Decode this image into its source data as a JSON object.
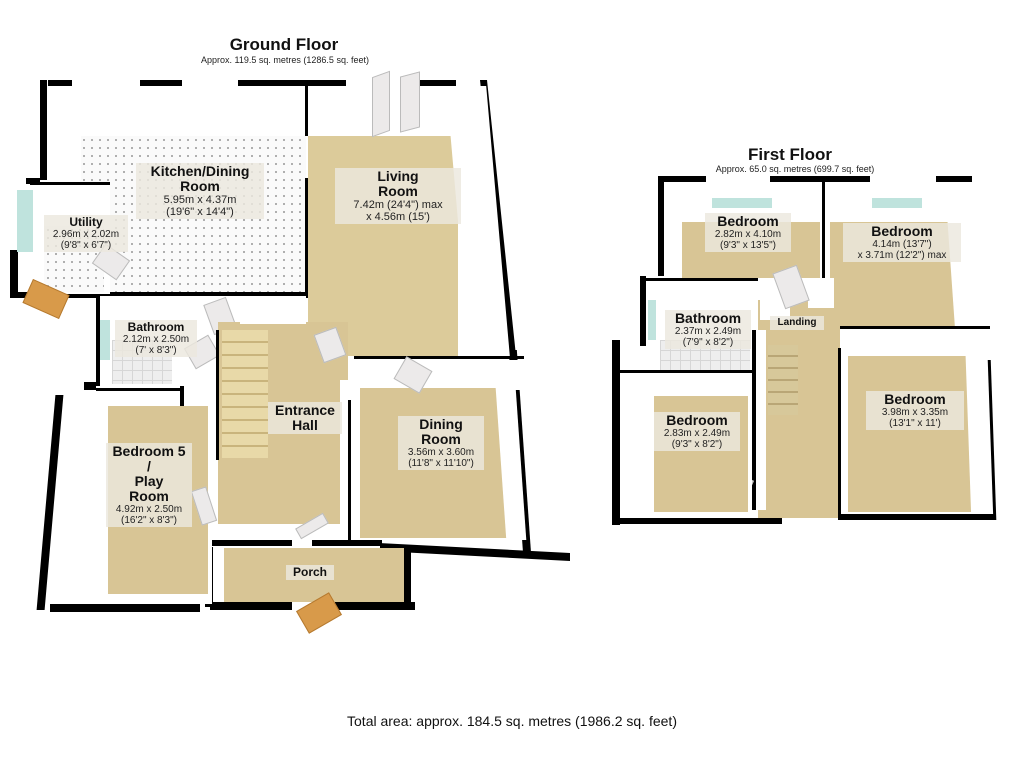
{
  "ground_floor": {
    "title": "Ground Floor",
    "area": "Approx. 119.5 sq. metres (1286.5 sq. feet)",
    "rooms": [
      {
        "name": "Kitchen/Dining Room",
        "name_line1": "Kitchen/Dining",
        "name_line2": "Room",
        "dim_line1": "5.95m x 4.37m",
        "dim_line2": "(19'6\" x 14'4\")"
      },
      {
        "name": "Living Room",
        "name_line1": "Living",
        "name_line2": "Room",
        "dim_line1": "7.42m (24'4\") max",
        "dim_line2": "x 4.56m (15')"
      },
      {
        "name": "Utility",
        "name_line1": "Utility",
        "dim_line1": "2.96m x 2.02m",
        "dim_line2": "(9'8\" x 6'7\")"
      },
      {
        "name": "Bathroom",
        "name_line1": "Bathroom",
        "dim_line1": "2.12m x 2.50m",
        "dim_line2": "(7' x 8'3\")"
      },
      {
        "name": "Entrance Hall",
        "name_line1": "Entrance",
        "name_line2": "Hall"
      },
      {
        "name": "Dining Room",
        "name_line1": "Dining",
        "name_line2": "Room",
        "dim_line1": "3.56m x 3.60m",
        "dim_line2": "(11'8\" x 11'10\")"
      },
      {
        "name": "Bedroom 5 / Play Room",
        "name_line1": "Bedroom 5",
        "name_line2": "/",
        "name_line3": "Play",
        "name_line4": "Room",
        "dim_line1": "4.92m x 2.50m",
        "dim_line2": "(16'2\" x 8'3\")"
      },
      {
        "name": "Porch",
        "name_line1": "Porch"
      }
    ]
  },
  "first_floor": {
    "title": "First Floor",
    "area": "Approx. 65.0 sq. metres (699.7 sq. feet)",
    "rooms": [
      {
        "name": "Bedroom",
        "name_line1": "Bedroom",
        "dim_line1": "2.82m x 4.10m",
        "dim_line2": "(9'3\" x 13'5\")"
      },
      {
        "name": "Bedroom",
        "name_line1": "Bedroom",
        "dim_line1": "4.14m (13'7\")",
        "dim_line2": "x 3.71m (12'2\") max"
      },
      {
        "name": "Bathroom",
        "name_line1": "Bathroom",
        "dim_line1": "2.37m x 2.49m",
        "dim_line2": "(7'9\" x 8'2\")"
      },
      {
        "name": "Landing",
        "name_line1": "Landing"
      },
      {
        "name": "Bedroom",
        "name_line1": "Bedroom",
        "dim_line1": "3.98m x 3.35m",
        "dim_line2": "(13'1\" x 11')"
      },
      {
        "name": "Bedroom",
        "name_line1": "Bedroom",
        "dim_line1": "2.83m x 2.49m",
        "dim_line2": "(9'3\" x 8'2\")"
      }
    ]
  },
  "total_area": "Total area: approx. 184.5 sq. metres (1986.2 sq. feet)",
  "colors": {
    "wall": "#000000",
    "carpet": "#d8c595",
    "label_bg": "#ebe8de",
    "glass": "#bfe3dd",
    "door_wood": "#d89a4a"
  }
}
